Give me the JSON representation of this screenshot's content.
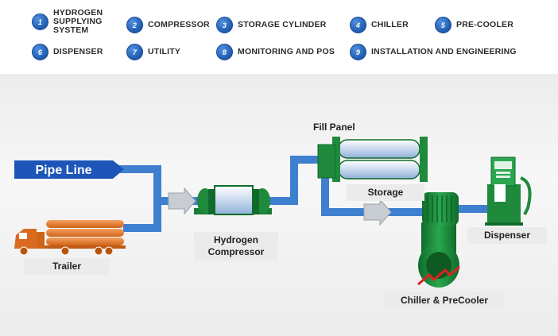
{
  "legend": [
    {
      "num": "1",
      "label": "HYDROGEN SUPPLYING SYSTEM",
      "icon": "number-1-icon"
    },
    {
      "num": "2",
      "label": "COMPRESSOR",
      "icon": "number-2-icon"
    },
    {
      "num": "3",
      "label": "STORAGE CYLINDER",
      "icon": "number-3-icon"
    },
    {
      "num": "4",
      "label": "CHILLER",
      "icon": "number-4-icon"
    },
    {
      "num": "5",
      "label": "PRE-COOLER",
      "icon": "number-5-icon"
    },
    {
      "num": "6",
      "label": "DISPENSER",
      "icon": "number-6-icon"
    },
    {
      "num": "7",
      "label": "UTILITY",
      "icon": "number-7-icon"
    },
    {
      "num": "8",
      "label": "MONITORING AND POS",
      "icon": "number-8-icon"
    },
    {
      "num": "9",
      "label": "INSTALLATION AND ENGINEERING",
      "icon": "number-9-icon"
    }
  ],
  "diagram": {
    "pipe_line": "Pipe Line",
    "trailer": "Trailer",
    "compressor_line1": "Hydrogen",
    "compressor_line2": "Compressor",
    "fill_panel": "Fill Panel",
    "storage": "Storage",
    "dispenser": "Dispenser",
    "chiller": "Chiller & PreCooler"
  },
  "colors": {
    "pipe": "#3f7fcf",
    "equipment_green": "#1f8a3c",
    "trailer_orange": "#e07a2a",
    "pipe_line_banner": "#1d55b8",
    "zigzag_red": "#e02020"
  }
}
